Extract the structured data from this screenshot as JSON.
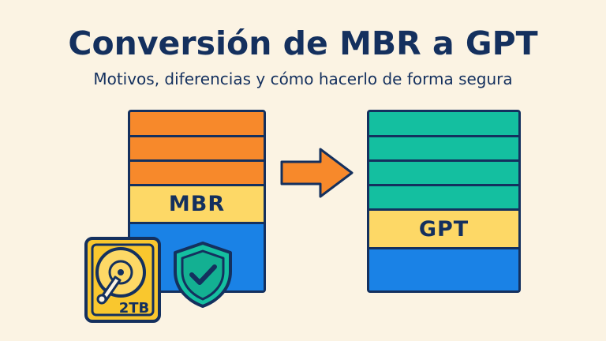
{
  "header": {
    "title": "Conversión de MBR a GPT",
    "subtitle": "Motivos, diferencias y cómo hacerlo de forma segura"
  },
  "mbr_disk": {
    "label": "MBR",
    "partition_color": "#F7892B",
    "label_color": "#FDD866",
    "free_color": "#1A82E6"
  },
  "gpt_disk": {
    "label": "GPT",
    "partition_color": "#14BFA0",
    "label_color": "#FDD866",
    "free_color": "#1A82E6"
  },
  "arrow": {
    "icon": "arrow-right-icon",
    "color": "#F7892B"
  },
  "hard_drive": {
    "icon": "hard-drive-icon",
    "capacity": "2TB",
    "color": "#F9C72E"
  },
  "shield": {
    "icon": "shield-check-icon",
    "color": "#14BFA0"
  },
  "colors": {
    "background": "#FBF3E3",
    "outline": "#14305E"
  }
}
